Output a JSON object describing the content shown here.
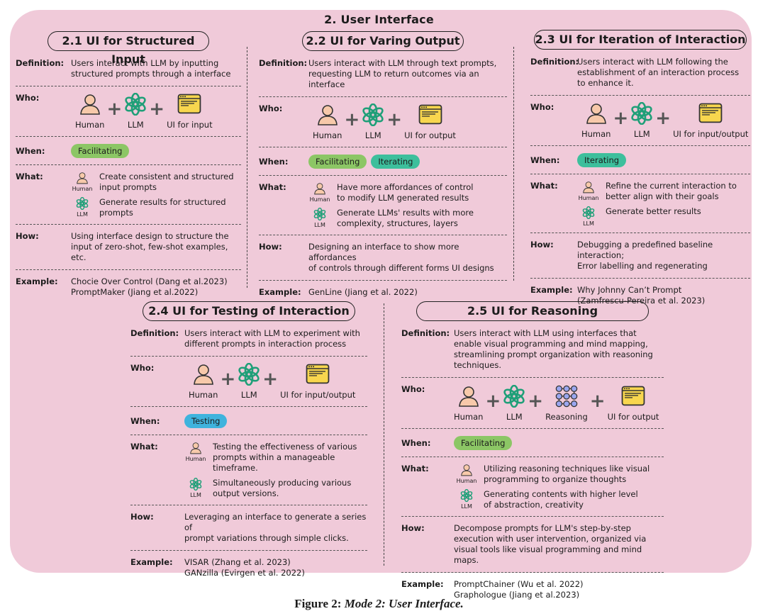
{
  "main_title": "2. User Interface",
  "caption": {
    "prefix": "Figure 2:",
    "text": "Mode 2: User Interface."
  },
  "labels": {
    "definition": "Definition:",
    "who": "Who:",
    "when": "When:",
    "what": "What:",
    "how": "How:",
    "example": "Example:"
  },
  "actors": {
    "human": "Human",
    "llm": "LLM",
    "reasoning": "Reasoning"
  },
  "colors": {
    "facilitating": "#8cc665",
    "iterating": "#3dbf9c",
    "testing": "#3fb3dd",
    "panel": "#f0cad9",
    "llm_icon": "#1f9f78",
    "ui_icon": "#f8d64e",
    "human_icon": "#f7c9aa",
    "reasoning_icon": "#9aa6ef"
  },
  "sections": [
    {
      "title": "2.1 UI for Structured Input",
      "definition": [
        "Users interact with LLM by inputting",
        "structured prompts through a interface"
      ],
      "who_ui": "UI for input",
      "when": [
        "Facilitating"
      ],
      "what_human": [
        "Create consistent and structured",
        "input prompts"
      ],
      "what_llm": [
        "Generate results for structured",
        "prompts"
      ],
      "how": [
        "Using interface design to structure the",
        "input of zero-shot, few-shot examples, etc."
      ],
      "example": [
        "Chocie Over Control (Dang et al.2023)",
        "PromptMaker (Jiang et al.2022)"
      ]
    },
    {
      "title": "2.2 UI for Varing Output",
      "definition": [
        "Users interact with LLM through text prompts,",
        "requesting LLM to return outcomes via an interface"
      ],
      "who_ui": "UI for output",
      "when": [
        "Facilitating",
        "Iterating"
      ],
      "what_human": [
        "Have more affordances of control",
        "to modify LLM generated results"
      ],
      "what_llm": [
        "Generate LLMs' results with more",
        "complexity, structures, layers"
      ],
      "how": [
        "Designing an interface to show more affordances",
        "of controls through different forms UI designs"
      ],
      "example": [
        "GenLine (Jiang et al. 2022)"
      ]
    },
    {
      "title": "2.3 UI for Iteration of Interaction",
      "definition": [
        "Users interact with LLM following the",
        "establishment of an interaction process",
        "to enhance it."
      ],
      "who_ui": "UI for input/output",
      "when": [
        "Iterating"
      ],
      "what_human": [
        "Refine the current interaction to",
        "better align with their goals"
      ],
      "what_llm": [
        "Generate better results"
      ],
      "how": [
        "Debugging a predefined baseline interaction;",
        "Error labelling and regenerating"
      ],
      "example": [
        "Why Johnny Can’t Prompt",
        "(Zamfrescu-Pereira et al. 2023)"
      ]
    },
    {
      "title": "2.4 UI for Testing of Interaction",
      "definition": [
        "Users interact with LLM to experiment with",
        "different prompts in interaction process"
      ],
      "who_ui": "UI for input/output",
      "when": [
        "Testing"
      ],
      "what_human": [
        "Testing the effectiveness of various",
        "prompts within a manageable timeframe."
      ],
      "what_llm": [
        "Simultaneously producing various",
        "output versions."
      ],
      "how": [
        "Leveraging an interface to generate a series of",
        "prompt variations through simple clicks."
      ],
      "example": [
        "VISAR (Zhang et al. 2023)",
        "GANzilla (Evirgen et al. 2022)"
      ]
    },
    {
      "title": "2.5 UI for Reasoning",
      "definition": [
        "Users interact with LLM using interfaces that",
        "enable visual programming and mind mapping,",
        "streamlining prompt organization with reasoning",
        "techniques."
      ],
      "who_ui": "UI for output",
      "when": [
        "Facilitating"
      ],
      "what_human": [
        "Utilizing reasoning techniques like visual",
        "programming to organize thoughts"
      ],
      "what_llm": [
        "Generating contents with higher level",
        "of abstraction, creativity"
      ],
      "how": [
        "Decompose prompts for LLM's step-by-step",
        "execution with user intervention, organized via",
        "visual tools like visual programming and mind maps."
      ],
      "example": [
        "PromptChainer (Wu et al. 2022)",
        "Graphologue (Jiang et al.2023)"
      ]
    }
  ]
}
